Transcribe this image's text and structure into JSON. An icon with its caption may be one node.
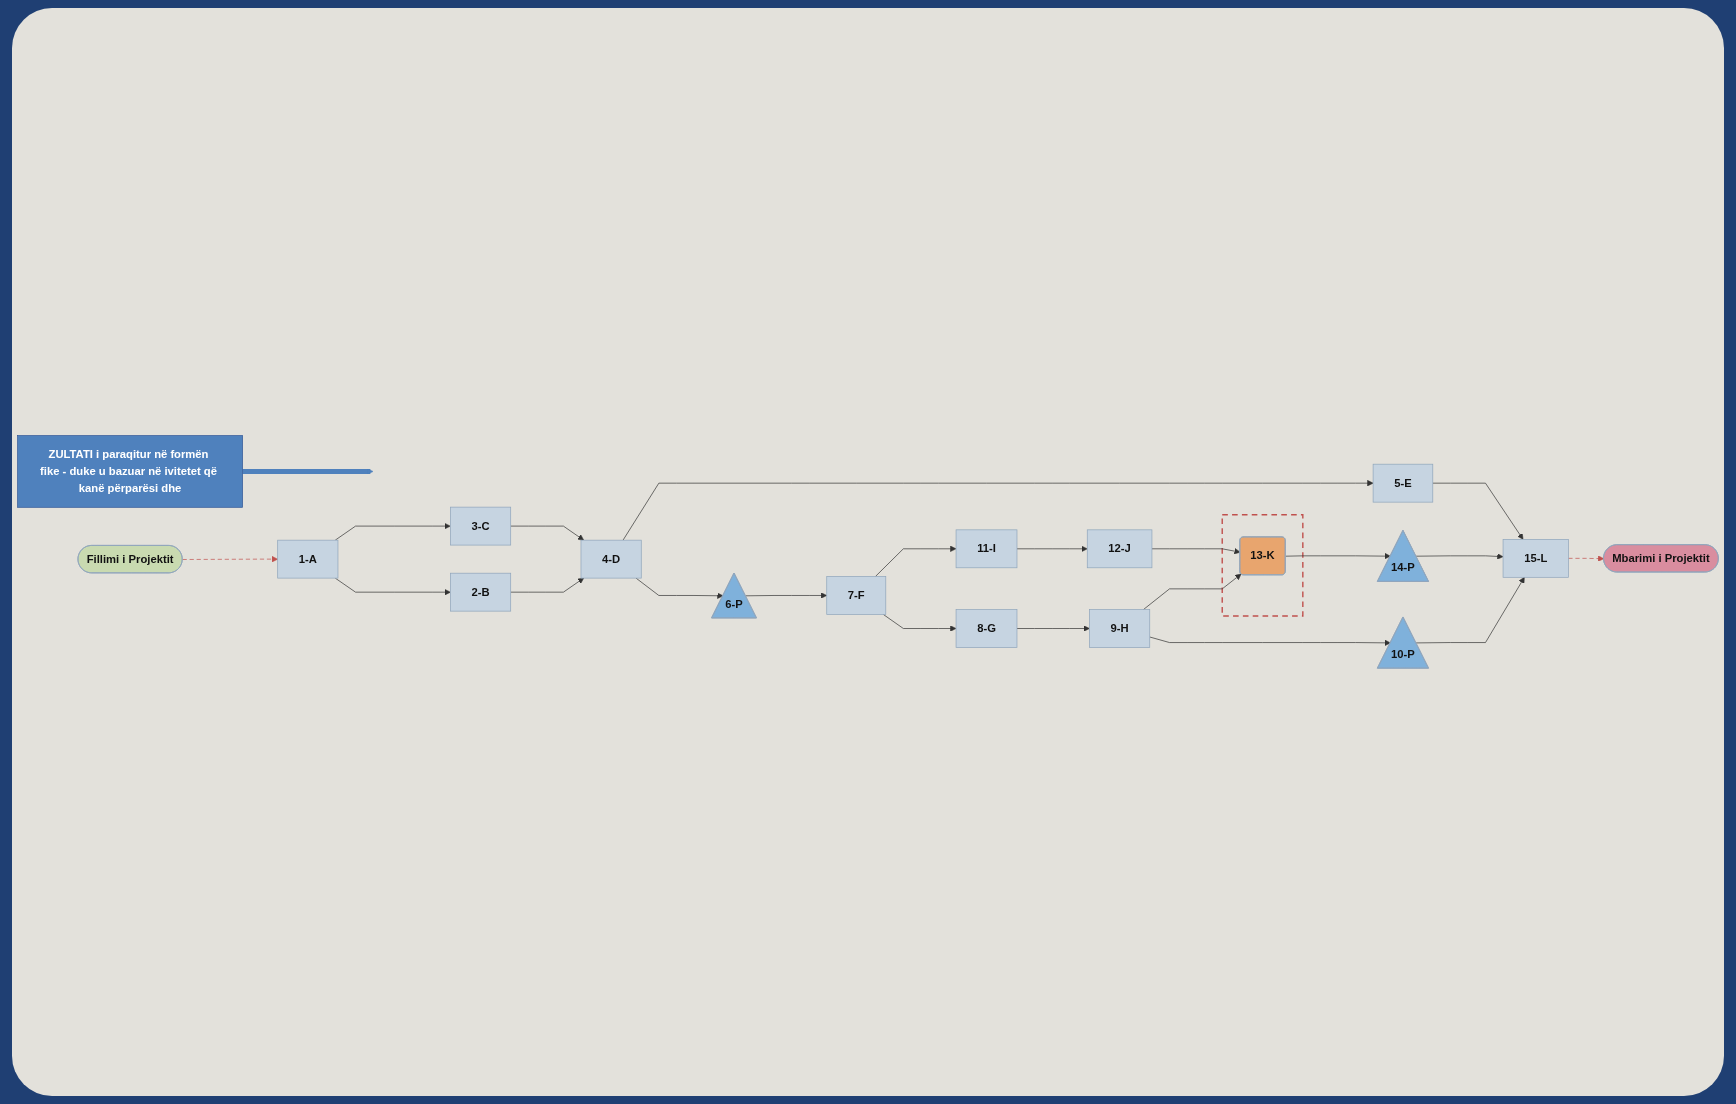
{
  "diagram": {
    "nodes": [
      {
        "text": [
          "Fillimi i Projektit"
        ]
      },
      {
        "text": [
          "1-A"
        ]
      },
      {
        "text": [
          "3-C"
        ]
      },
      {
        "text": [
          "2-B"
        ]
      },
      {
        "text": [
          "4-D"
        ]
      },
      {
        "text": [
          "5-E"
        ]
      },
      {
        "text": [
          "6-P"
        ]
      },
      {
        "text": [
          "7-F"
        ]
      },
      {
        "text": [
          "11-I"
        ]
      },
      {
        "text": [
          "8-G"
        ]
      },
      {
        "text": [
          "12-J"
        ]
      },
      {
        "text": [],
        "shape": "box"
      },
      {
        "text": [
          "13-K"
        ],
        "in": 11
      },
      {
        "text": [
          "9-H"
        ]
      },
      {
        "text": [
          "10-P"
        ]
      },
      {
        "text": [
          "14-P"
        ]
      },
      {
        "text": [
          "15-L"
        ]
      },
      {
        "text": [
          "Mbarimi i Projektit"
        ]
      },
      {
        "text": [
          "**ZULTATI** i paraqitur në formën fike - duke u bazuar në ivitetet që kanë përparësi dhe"
        ]
      }
    ],
    "edges": [
      {
        "from": 0,
        "to": 1,
        "arrow": "to",
        "style": "dashed",
        "color": "#c0504d"
      },
      {
        "from": 1,
        "to": 2,
        "arrow": "to"
      },
      {
        "from": 1,
        "to": 3,
        "arrow": "to"
      },
      {
        "from": 2,
        "to": 4,
        "arrow": "to"
      },
      {
        "from": 3,
        "to": 4,
        "arrow": "to"
      },
      {
        "from": 4,
        "to": 5,
        "arrow": "to"
      },
      {
        "from": 4,
        "to": 6,
        "arrow": "to"
      },
      {
        "from": 6,
        "to": 7,
        "arrow": "to"
      },
      {
        "from": 7,
        "to": 8,
        "arrow": "to"
      },
      {
        "from": 7,
        "to": 9,
        "arrow": "to"
      },
      {
        "from": 8,
        "to": 10,
        "arrow": "to"
      },
      {
        "from": 10,
        "to": 12,
        "arrow": "to"
      },
      {
        "from": 9,
        "to": 13,
        "arrow": "to"
      },
      {
        "from": 13,
        "to": 12,
        "arrow": "to"
      },
      {
        "from": 13,
        "to": 14,
        "arrow": "to"
      },
      {
        "from": 12,
        "to": 15,
        "arrow": "to"
      },
      {
        "from": 14,
        "to": 16,
        "arrow": "to"
      },
      {
        "from": 15,
        "to": 16,
        "arrow": "to"
      },
      {
        "from": 5,
        "to": 16,
        "arrow": "to"
      },
      {
        "from": 16,
        "to": 17,
        "arrow": "to",
        "style": "dashed",
        "color": "#c0504d"
      },
      {
        "from": 18,
        "to": null,
        "arrow": "to",
        "style": "thick",
        "color": "#4f81bd"
      }
    ]
  }
}
